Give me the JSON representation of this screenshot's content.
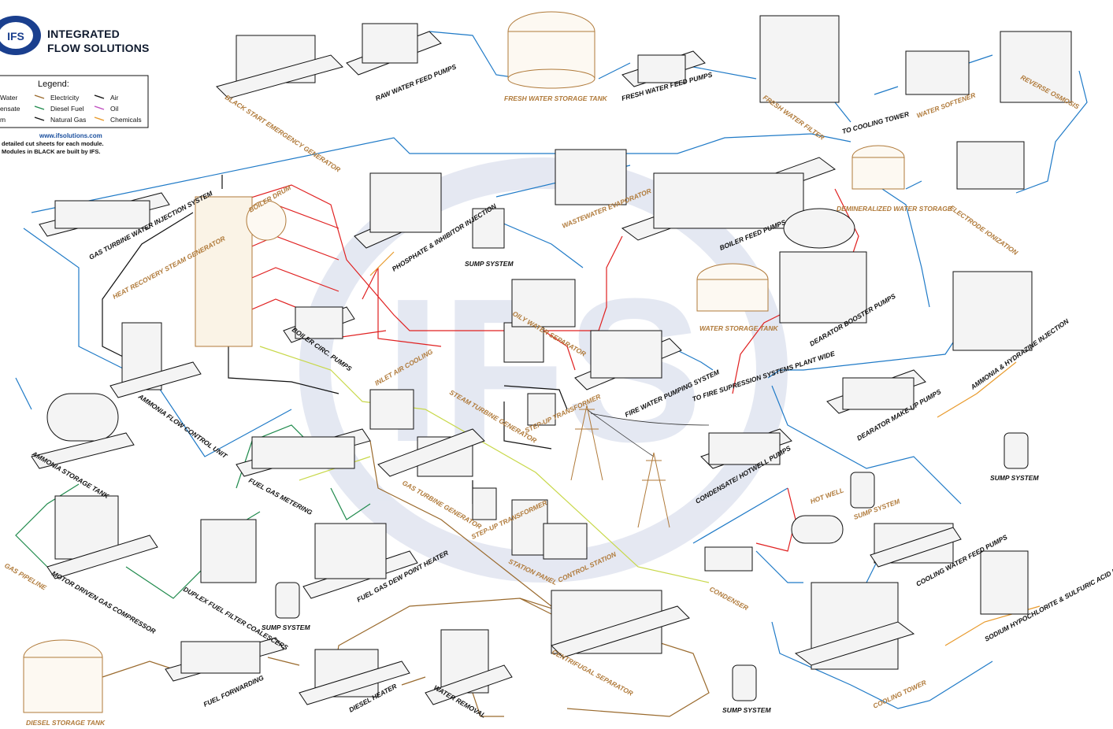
{
  "header": {
    "company_line1": "INTEGRATED",
    "company_line2": "FLOW SOLUTIONS",
    "logo_letters": "IFS"
  },
  "legend": {
    "title": "Legend:",
    "items": [
      {
        "label": "Water",
        "color": "#1f7ac7"
      },
      {
        "label": "Electricity",
        "color": "#9a6a2d"
      },
      {
        "label": "Air",
        "color": "#111111"
      },
      {
        "label": "ensate",
        "color": "#e02020"
      },
      {
        "label": "Diesel Fuel",
        "color": "#1f8a4c"
      },
      {
        "label": "Oil",
        "color": "#c050c0"
      },
      {
        "label": "m",
        "color": "#111111"
      },
      {
        "label": "Natural Gas",
        "color": "#111111"
      },
      {
        "label": "Chemicals",
        "color": "#e89a2c"
      }
    ],
    "url": "www.ifsolutions.com",
    "note1": "detailed cut sheets for each module.",
    "note2": "Modules in BLACK are built by IFS."
  },
  "colors": {
    "water": "#1f7ac7",
    "condensate": "#e02020",
    "electricity": "#9a6a2d",
    "natural_gas": "#1f8a4c",
    "chemicals": "#e89a2c",
    "air": "#111111",
    "steam_brown": "#b07a3a",
    "yellow_line": "#c8d84a",
    "watermark": "#cfd6e8"
  },
  "modules": {
    "black_start": "BLACK START EMERGENCY GENERATOR",
    "raw_water": "RAW WATER FEED PUMPS",
    "fresh_storage": "FRESH WATER STORAGE TANK",
    "fresh_feed": "FRESH WATER FEED PUMPS",
    "fresh_filter": "FRESH WATER FILTER",
    "to_cooling": "TO COOLING TOWER",
    "water_softener": "WATER SOFTENER",
    "reverse_osmosis": "REVERSE OSMOSIS",
    "demin_storage": "DEMINERALIZED WATER STORAGE",
    "electrode": "ELECTRODE IONIZATION",
    "gas_turbine_water": "GAS TURBINE WATER INJECTION SYSTEM",
    "boiler_drum": "BOILER DRUM",
    "hrsg": "HEAT RECOVERY STEAM GENERATOR",
    "phosphate": "PHOSPHATE & INHIBITOR INJECTION",
    "wastewater": "WASTEWATER EVAPORATOR",
    "boiler_feed": "BOILER FEED PUMPS",
    "sump1": "SUMP SYSTEM",
    "oily_water": "OILY WATER SEPARATOR",
    "boiler_circ": "BOILER CIRC. PUMPS",
    "ammonia_flow": "AMMONIA FLOW CONTROL UNIT",
    "ammonia_storage": "AMMONIA STORAGE TANK",
    "inlet_air": "INLET AIR COOLING",
    "steam_turbine": "STEAM TURBINE GENERATOR",
    "step_up1": "STEP-UP TRANSFORMER",
    "water_storage": "WATER STORAGE TANK",
    "fire_water": "FIRE WATER PUMPING SYSTEM",
    "to_fire": "TO FIRE SUPRESSION SYSTEMS PLANT WIDE",
    "dearator_booster": "DEARATOR BOOSTER PUMPS",
    "ammonia_hydrazine": "AMMONIA & HYDRAZINE INJECTION",
    "dearator_makeup": "DEARATOR MAKE-UP PUMPS",
    "condensate_hotwell": "CONDENSATE/ HOTWELL PUMPS",
    "sump2": "SUMP SYSTEM",
    "fuel_gas_metering": "FUEL GAS METERING",
    "gas_turbine_gen": "GAS TURBINE GENERATOR",
    "step_up2": "STEP-UP TRANSFORMER",
    "station_panel": "STATION PANEL",
    "control_station": "CONTROL STATION",
    "hot_well": "HOT WELL",
    "sump3": "SUMP SYSTEM",
    "cooling_water_feed": "COOLING WATER FEED PUMPS",
    "gas_compressor": "MOTOR DRIVEN GAS COMPRESSOR",
    "gas_pipeline": "GAS PIPELINE",
    "duplex_filter": "DUPLEX FUEL FILTER COALESCERS",
    "fuel_gas_dew": "FUEL GAS DEW POINT HEATER",
    "condenser": "CONDENSER",
    "sodium": "SODIUM HYPOCHLORITE & SULFURIC ACID INJECTION",
    "sump4": "SUMP SYSTEM",
    "sump5": "SUMP SYSTEM",
    "cooling_tower": "COOLING TOWER",
    "centrifugal": "CENTRIFUGAL SEPARATOR",
    "diesel_storage": "DIESEL STORAGE TANK",
    "fuel_forwarding": "FUEL FORWARDING",
    "diesel_heater": "DIESEL HEATER",
    "water_removal": "WATER REMOVAL"
  }
}
